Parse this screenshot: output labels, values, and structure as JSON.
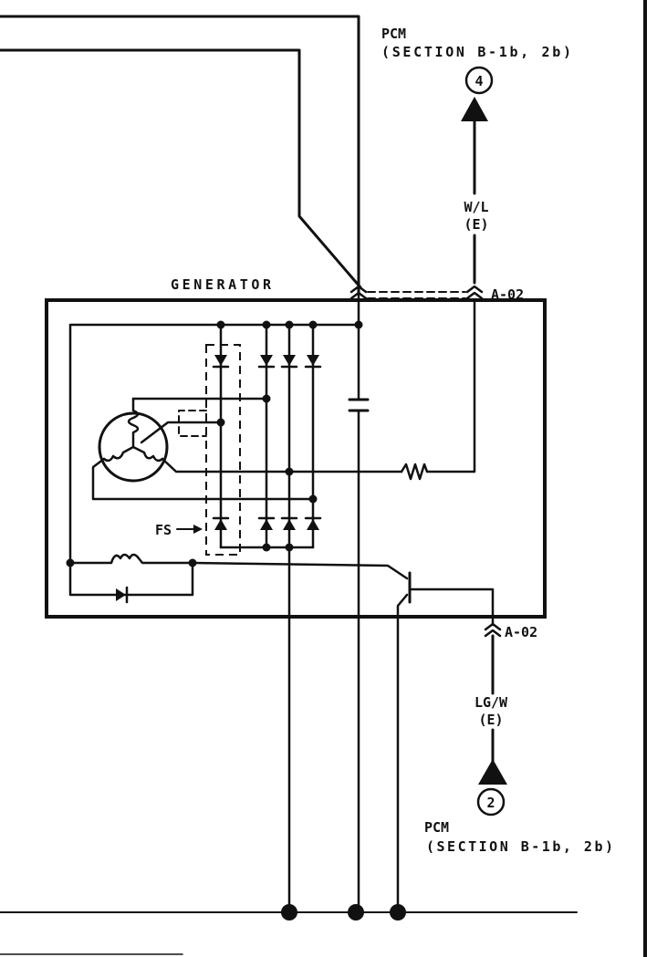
{
  "labels": {
    "pcm_top": "PCM",
    "pcm_top_section": "(SECTION B-1b, 2b)",
    "pcm_top_connector": "4",
    "wire_top_color": "W/L",
    "wire_top_code": "(E)",
    "generator": "GENERATOR",
    "connector_top": "A-02",
    "fs": "FS",
    "connector_bottom": "A-02",
    "wire_bottom_color": "LG/W",
    "wire_bottom_code": "(E)",
    "pcm_bottom_connector": "2",
    "pcm_bottom": "PCM",
    "pcm_bottom_section": "(SECTION B-1b, 2b)"
  },
  "colors": {
    "ink": "#111111",
    "background": "#ffffff"
  }
}
